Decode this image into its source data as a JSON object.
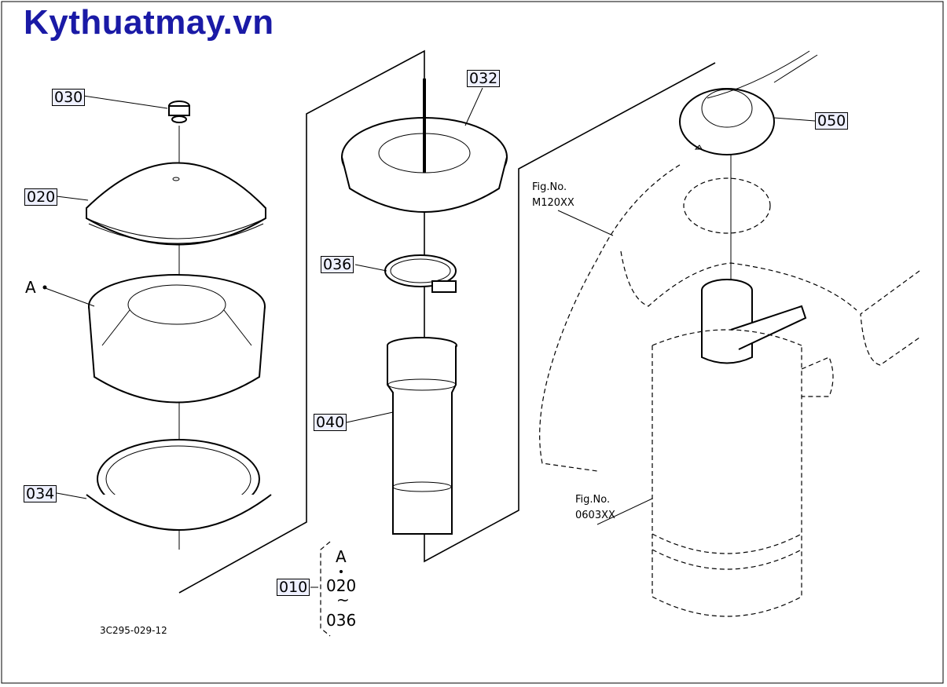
{
  "watermark": "Kythuatmay.vn",
  "callouts": {
    "p030": "030",
    "p020": "020",
    "p034": "034",
    "p032": "032",
    "p036": "036",
    "p040": "040",
    "p050": "050",
    "p010": "010"
  },
  "label_a": "A",
  "group_010": {
    "a": "A",
    "from": "020",
    "tilde": "~",
    "to": "036"
  },
  "fig_refs": [
    {
      "line1": "Fig.No.",
      "line2": "M120XX"
    },
    {
      "line1": "Fig.No.",
      "line2": "0603XX"
    }
  ],
  "drawing_code": "3C295-029-12",
  "accent_color": "#1a1aa6"
}
